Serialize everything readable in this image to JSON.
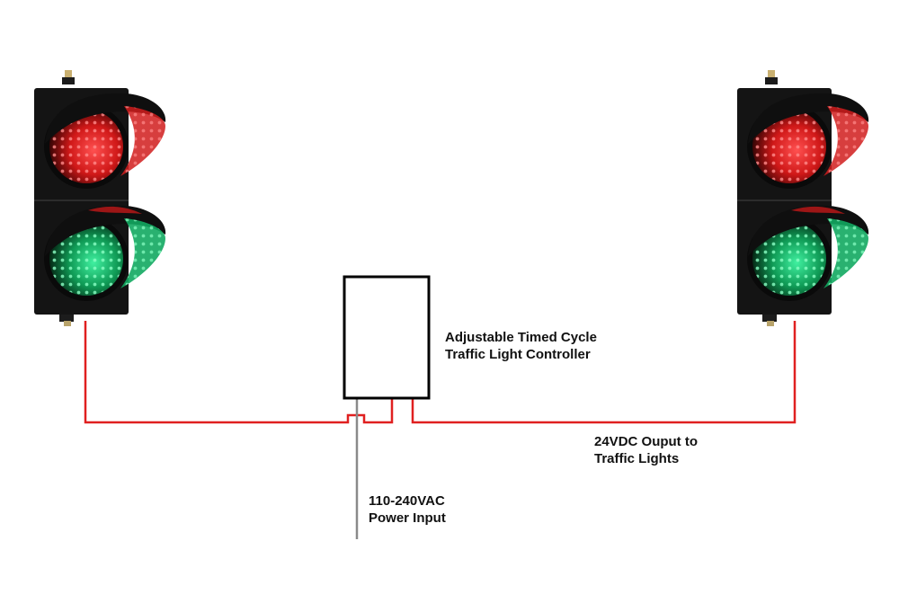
{
  "controller_label": {
    "line1": "Adjustable Timed Cycle",
    "line2": "Traffic Light Controller"
  },
  "output_label": {
    "line1": "24VDC Ouput to",
    "line2": "Traffic Lights"
  },
  "power_label": {
    "line1": "110-240VAC",
    "line2": "Power Input"
  },
  "colors": {
    "wire_dc": "#e02020",
    "wire_ac": "#8a8a8a",
    "housing": "#141414",
    "red_lamp": "#ff2a2a",
    "green_lamp": "#1fd37a",
    "box_stroke": "#000000"
  },
  "icons": {
    "traffic_light": "two-aspect-traffic-light-icon",
    "controller": "controller-box"
  }
}
